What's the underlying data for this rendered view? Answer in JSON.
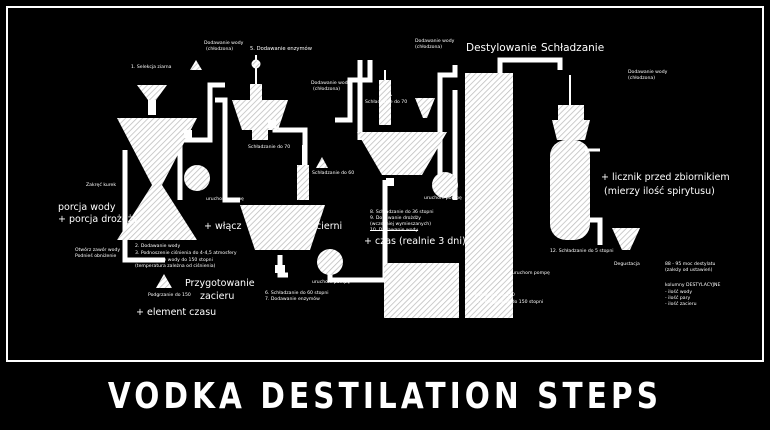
{
  "title": "VODKA DESTILATION STEPS",
  "labels": {
    "step1": "1. Selekcja ziarna",
    "add_water_cold_1": "Dodawanie wody",
    "add_water_cold_1b": "(chłodzona)",
    "step5": "5. Dodawanie enzymów",
    "add_water_cold_2": "Dodawanie wody",
    "add_water_cold_2b": "(chłodzona)",
    "add_water_cold_3": "Dodawanie wody",
    "add_water_cold_3b": "(chłodzona)",
    "destilling": "Destylowanie",
    "cooling": "Schładzanie",
    "add_water_cold_4": "Dodawanie wody",
    "add_water_cold_4b": "(chłodzona)",
    "cool_to_70": "Schładzanie do 70",
    "cool_to_70b": "Schładzanie do 70",
    "cool_to_60": "Schładzanie do 60",
    "close_valve": "Zakręć kurek",
    "water_portion": "porcja wody",
    "yeast_portion": "+ porcja drożdży",
    "open_valve": "Otwórz zawór wody",
    "lift_bottom": "Podnieś obniżenie",
    "step2": "2. Dodawanie wody",
    "step3": "3. Podnoszenie ciśnienia do 4-4,5 atmosfery",
    "step4": "4. Podgrzanie wody do 150 stopni",
    "step4b": "(temperatura zależna od ciśnienia)",
    "heat_to_150": "Podgrzanie do 150",
    "preparation_1": "Przygotowanie",
    "preparation_2": "zacieru",
    "element_time": "+ element czasu",
    "start_pump_1": "uruchom pompę",
    "start_pump_2": "uruchom pompę",
    "start_pump_3": "uruchom pompę",
    "start_pump_4": "uruchom pompę",
    "enable_mash": "+ włącz",
    "mash_tail": "cierni",
    "step6": "6. Schładzanie do 60 stopni",
    "step7": "7. Dodawanie enzymów",
    "step8": "8. Schładzanie do 36 stopni",
    "step9": "9. Dodawanie drożdży",
    "step9b": "(wcześniej wymieszanych)",
    "step10": "10. Dodawanie wody",
    "plus_time": "+ czas (realnie 3 dni)",
    "step11": "11. Podgrzanie do 150 stopni",
    "step12": "12. Schładzanie do 5 stopni",
    "tasting": "Degustacja",
    "counter_1": "+ licznik przed zbiornikiem",
    "counter_2": "(mierzy ilość spirytusu)",
    "dose_1": "88 - 95 moc destylatu",
    "dose_2": "(zależy od ustawień)",
    "columns_1": "kolumny DESTYLACYJNE",
    "columns_2": "- ilość wody",
    "columns_3": "- ilość pary",
    "columns_4": "- ilość zacieru",
    "heat_small": "Podgrzanie do 150"
  }
}
